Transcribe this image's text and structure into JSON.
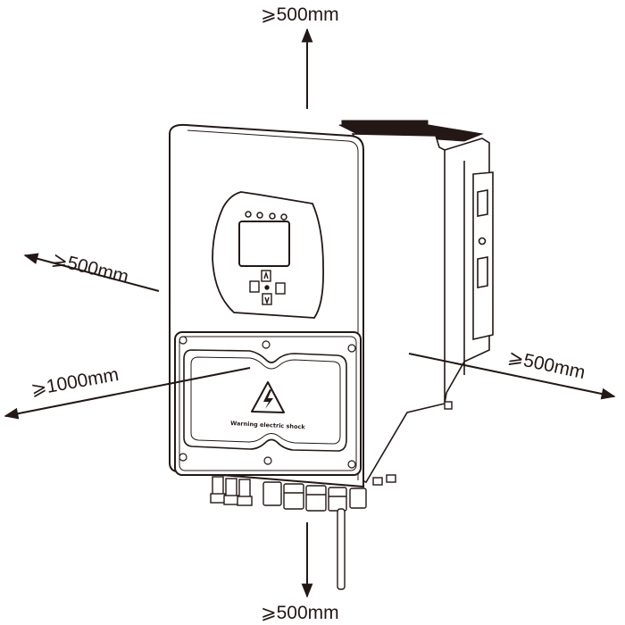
{
  "clearances": {
    "top": "⩾500mm",
    "bottom": "⩾500mm",
    "left": "⩾500mm",
    "front": "⩾1000mm",
    "right": "⩾500mm"
  },
  "cover": {
    "warning_text": "Warning electric shock"
  },
  "colors": {
    "line": "#231815",
    "background": "#ffffff"
  }
}
